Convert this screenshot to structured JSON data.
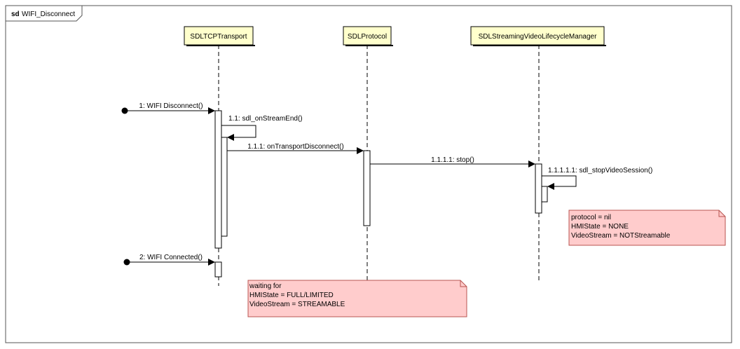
{
  "frame": {
    "keyword": "sd",
    "name": "WIFI_Disconnect"
  },
  "lifelines": [
    {
      "id": "transport",
      "label": "SDLTCPTransport"
    },
    {
      "id": "protocol",
      "label": "SDLProtocol"
    },
    {
      "id": "manager",
      "label": "SDLStreamingVideoLifecycleManager"
    }
  ],
  "messages": [
    {
      "id": "m1",
      "label": "1: WIFI Disconnect()",
      "from": "found",
      "to": "transport"
    },
    {
      "id": "m11",
      "label": "1.1: sdl_onStreamEnd()",
      "from": "transport",
      "to": "transport"
    },
    {
      "id": "m111",
      "label": "1.1.1: onTransportDisconnect()",
      "from": "transport",
      "to": "protocol"
    },
    {
      "id": "m1111",
      "label": "1.1.1.1: stop()",
      "from": "protocol",
      "to": "manager"
    },
    {
      "id": "m11111",
      "label": "1.1.1.1.1: sdl_stopVideoSession()",
      "from": "manager",
      "to": "manager"
    },
    {
      "id": "m2",
      "label": "2: WIFI Connected()",
      "from": "found",
      "to": "transport"
    }
  ],
  "notes": [
    {
      "id": "note-state",
      "lines": [
        "protocol = nil",
        "HMIState  = NONE",
        "VideoStream = NOTStreamable"
      ]
    },
    {
      "id": "note-waiting",
      "lines": [
        "waiting for",
        "HMIState = FULL/LIMITED",
        "VideoStream = STREAMABLE"
      ]
    }
  ],
  "colors": {
    "lifeline_fill": "#ffffcc",
    "note_fill": "#ffcccc",
    "note_stroke": "#b85450",
    "line": "#000000",
    "frame_stroke": "#555555"
  }
}
